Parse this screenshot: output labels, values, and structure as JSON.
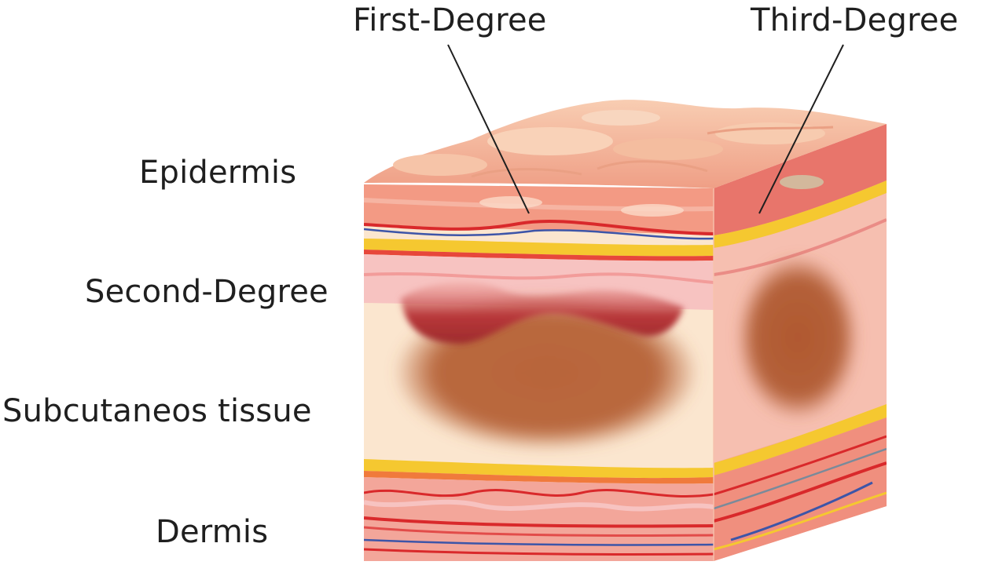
{
  "labels": {
    "first_degree": "First-Degree",
    "third_degree": "Third-Degree",
    "epidermis": "Epidermis",
    "second_degree": "Second-Degree",
    "subcutaneous_tissue": "Subcutaneos tissue",
    "dermis": "Dermis"
  },
  "colors": {
    "skin_top": "#f3b89c",
    "skin_front": "#f08f7e",
    "skin_side": "#e8756b",
    "blister_dark": "#b8452f",
    "burn_brown": "#b8643a",
    "fat_cream": "#fbe3c8",
    "fat_yellow": "#f5c830",
    "vessel_red": "#d9292b",
    "vessel_blue": "#3d55a8",
    "pink_band": "#f7c3c1"
  }
}
